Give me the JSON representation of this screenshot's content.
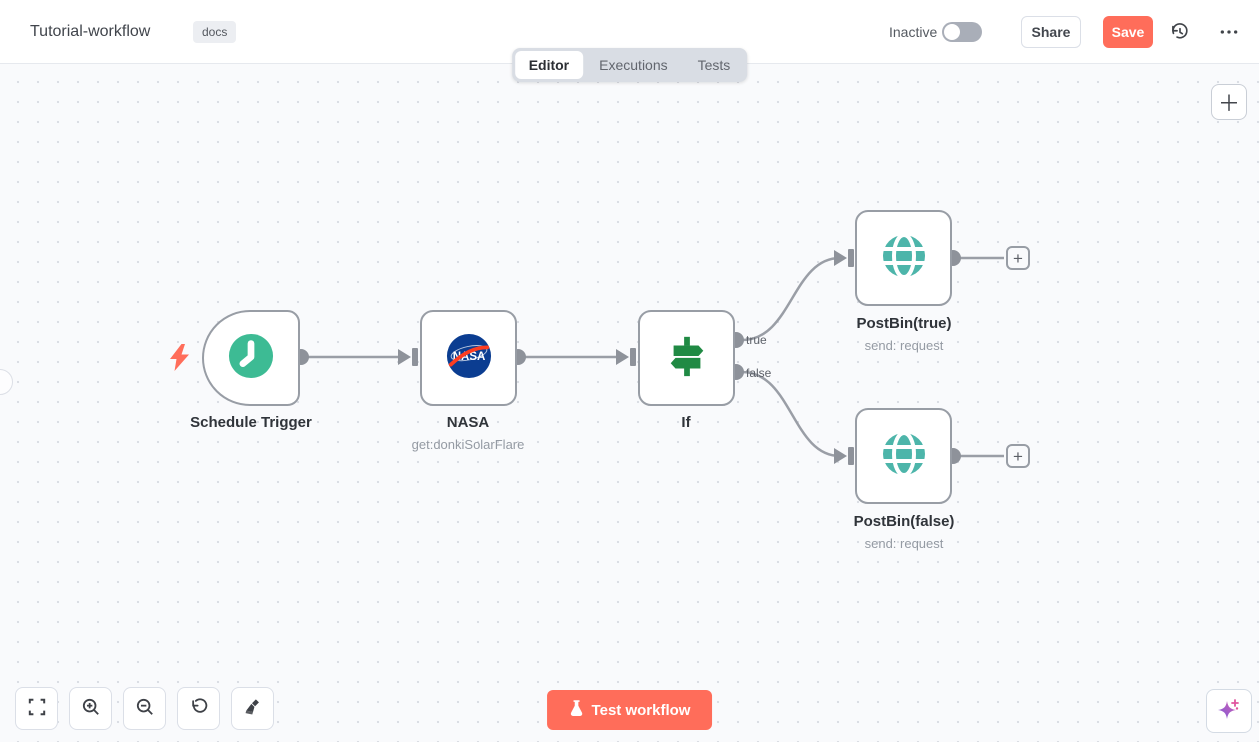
{
  "header": {
    "title": "Tutorial-workflow",
    "tag": "docs",
    "status": "Inactive",
    "share": "Share",
    "save": "Save"
  },
  "tabs": {
    "editor": "Editor",
    "executions": "Executions",
    "tests": "Tests"
  },
  "nodes": [
    {
      "label": "Schedule Trigger",
      "subtitle": "",
      "type": "schedule-trigger"
    },
    {
      "label": "NASA",
      "subtitle": "get:donkiSolarFlare",
      "type": "nasa"
    },
    {
      "label": "If",
      "subtitle": "",
      "type": "if"
    },
    {
      "label": "PostBin(true)",
      "subtitle": "send: request",
      "type": "postbin"
    },
    {
      "label": "PostBin(false)",
      "subtitle": "send: request",
      "type": "postbin"
    }
  ],
  "connections": {
    "true_label": "true",
    "false_label": "false"
  },
  "footer": {
    "test_button": "Test workflow"
  },
  "colors": {
    "accent": "#ff6d5a",
    "trigger_green": "#3dbb94",
    "if_green": "#208a44",
    "globe_teal": "#4db5aa",
    "nasa_blue": "#0b3d91",
    "nasa_red": "#fc3d21",
    "wire_gray": "#9a9ea6"
  }
}
